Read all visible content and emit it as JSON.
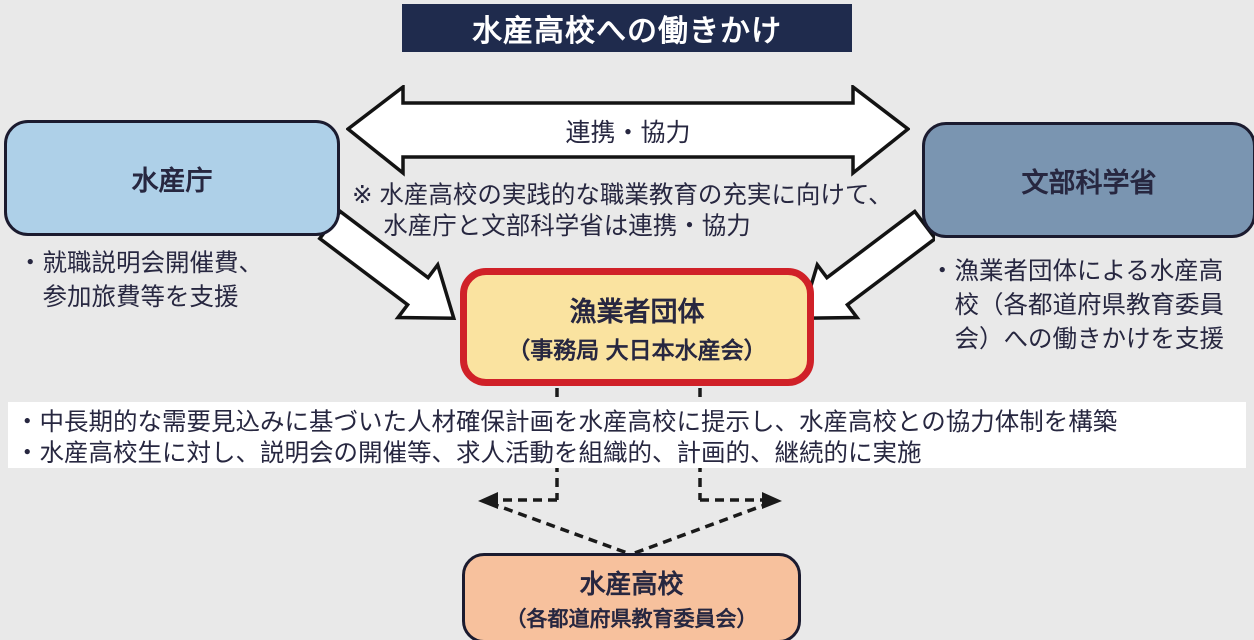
{
  "title": "水産高校への働きかけ",
  "cooperation_arrow": {
    "label": "連携・協力"
  },
  "cooperation_note": "※ 水産高校の実践的な職業教育の充実に向けて、\n　 水産庁と文部科学省は連携・協力",
  "boxes": {
    "fisheries_agency": {
      "label": "水産庁"
    },
    "mext": {
      "label": "文部科学省"
    },
    "fishermen_org": {
      "label": "漁業者団体",
      "sublabel": "（事務局 大日本水産会）"
    },
    "fisheries_high_school": {
      "label": "水産高校",
      "sublabel": "（各都道府県教育委員会）"
    }
  },
  "annotations": {
    "agency_support": "・就職説明会開催費、\n　参加旅費等を支援",
    "mext_support": "・漁業者団体による水産高\n　校（各都道府県教育委員\n　会）への働きかけを支援",
    "org_actions": "・中長期的な需要見込みに基づいた人材確保計画を水産高校に提示し、水産高校との協力体制を構築\n・水産高校生に対し、説明会の開催等、求人活動を組織的、計画的、継続的に実施"
  },
  "colors": {
    "background": "#e9e9e9",
    "title_bg": "#1f2b4d",
    "title_text": "#ffffff",
    "agency_fill": "#aed0e8",
    "mext_fill": "#7a95b1",
    "org_fill": "#fae3a0",
    "org_border": "#d02128",
    "school_fill": "#f7c19d",
    "box_border": "#1b1b2f",
    "text": "#272740",
    "band_bg": "#ffffff",
    "arrow_outline": "#131313"
  }
}
